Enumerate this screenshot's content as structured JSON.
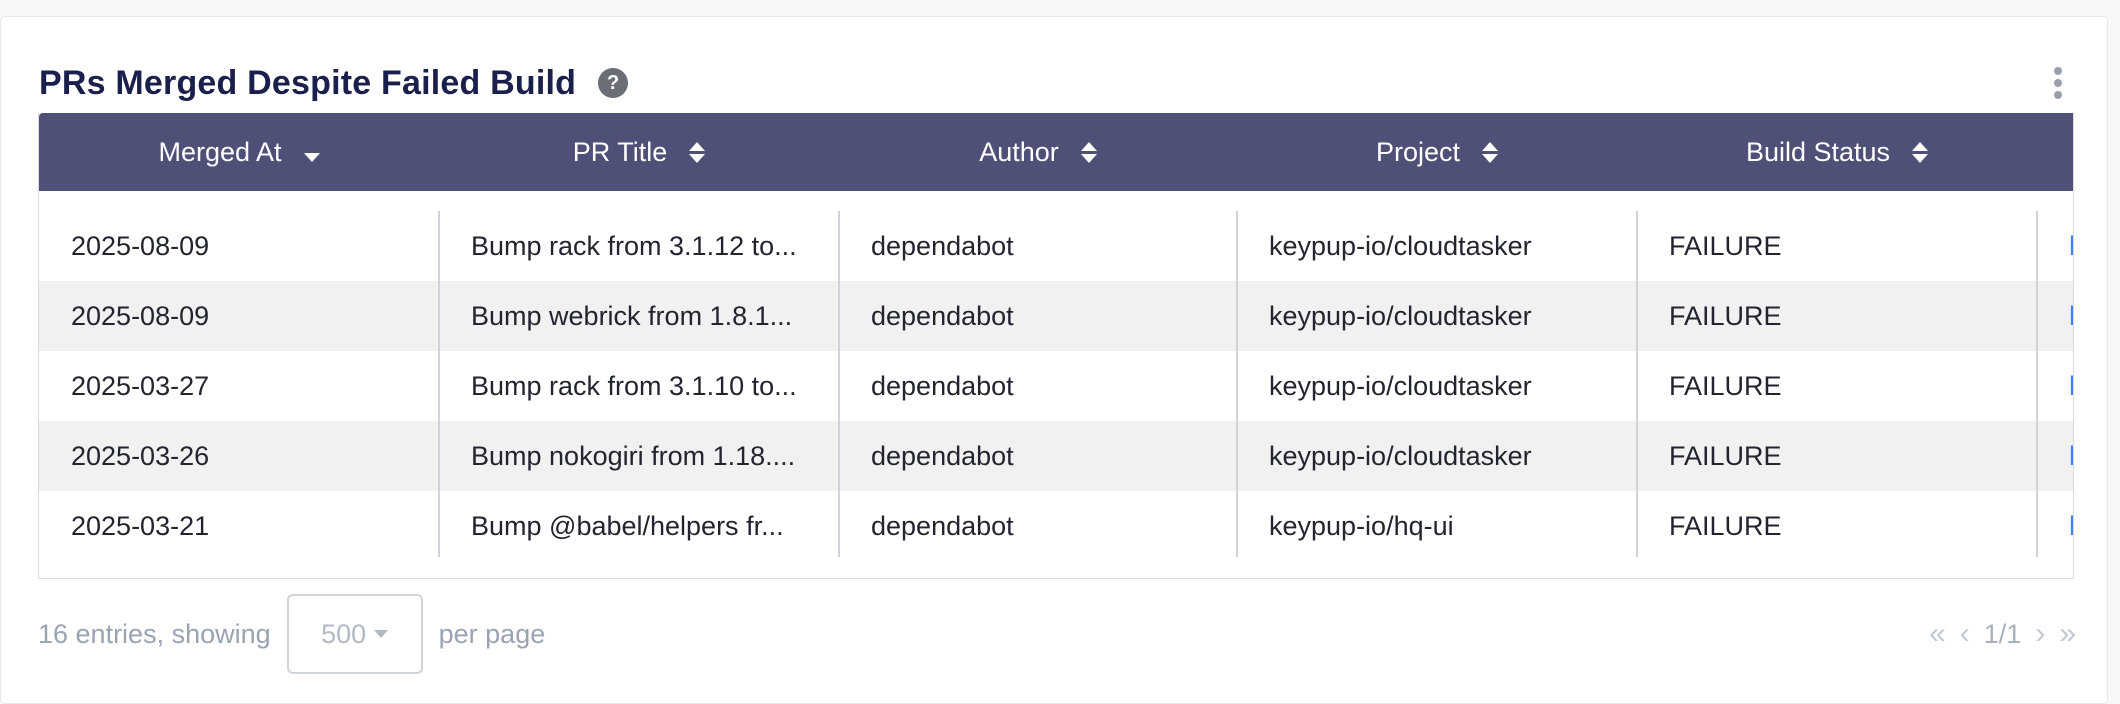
{
  "card": {
    "title": "PRs Merged Despite Failed Build",
    "help_glyph": "?"
  },
  "table": {
    "columns": [
      {
        "label": "Merged At",
        "sort": "desc"
      },
      {
        "label": "PR Title",
        "sort": "none"
      },
      {
        "label": "Author",
        "sort": "none"
      },
      {
        "label": "Project",
        "sort": "none"
      },
      {
        "label": "Build Status",
        "sort": "none"
      }
    ],
    "rows": [
      [
        "2025-08-09",
        "Bump rack from 3.1.12 to...",
        "dependabot",
        "keypup-io/cloudtasker",
        "FAILURE",
        "h"
      ],
      [
        "2025-08-09",
        "Bump webrick from 1.8.1...",
        "dependabot",
        "keypup-io/cloudtasker",
        "FAILURE",
        "h"
      ],
      [
        "2025-03-27",
        "Bump rack from 3.1.10 to...",
        "dependabot",
        "keypup-io/cloudtasker",
        "FAILURE",
        "h"
      ],
      [
        "2025-03-26",
        "Bump nokogiri from 1.18....",
        "dependabot",
        "keypup-io/cloudtasker",
        "FAILURE",
        "h"
      ],
      [
        "2025-03-21",
        "Bump @babel/helpers fr...",
        "dependabot",
        "keypup-io/hq-ui",
        "FAILURE",
        "h"
      ]
    ]
  },
  "footer": {
    "entries_text": "16 entries, showing",
    "per_page_value": "500",
    "per_page_suffix": "per page"
  },
  "pager": {
    "first_glyph": "«",
    "prev_glyph": "‹",
    "page_label": "1/1",
    "next_glyph": "›",
    "last_glyph": "»"
  },
  "colors": {
    "header_bg": "#4f5077",
    "title": "#1b1f4b",
    "link": "#3b82f6",
    "row_alt": "#f1f1f1"
  }
}
